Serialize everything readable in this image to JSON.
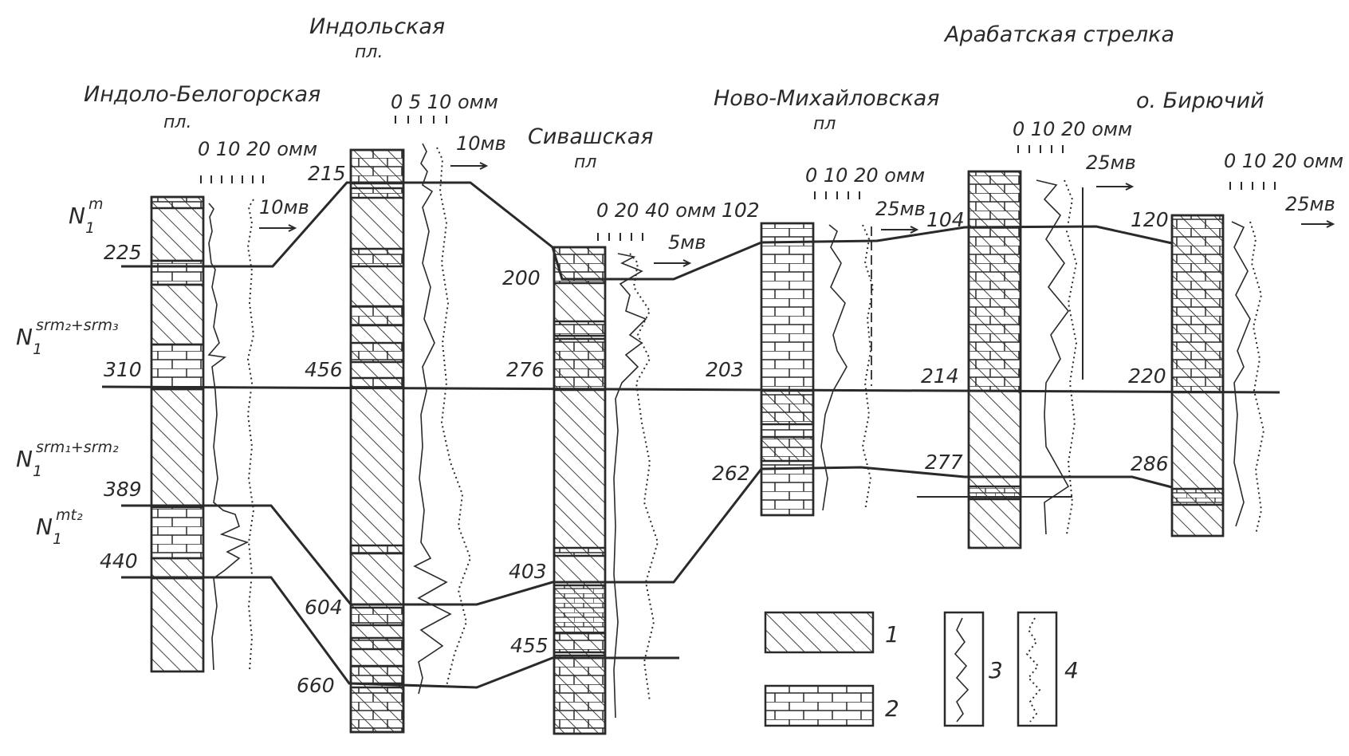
{
  "colors": {
    "ink": "#2a2a2a",
    "paper": "#ffffff"
  },
  "wells": [
    {
      "title_lines": [
        "Индоло-Белогорская",
        "пл."
      ],
      "scale": "0 10 20 омм",
      "sp": "10мв",
      "depths": [
        "225",
        "310",
        "389",
        "440"
      ]
    },
    {
      "title_lines": [
        "Индольская",
        "пл."
      ],
      "scale": "0  5  10 омм",
      "sp": "10мв",
      "depths": [
        "215",
        "456",
        "604",
        "660"
      ]
    },
    {
      "title_lines": [
        "Сивашская",
        "пл"
      ],
      "scale": "0 20 40 омм",
      "sp": "5мв",
      "depths": [
        "200",
        "276",
        "403",
        "455"
      ]
    },
    {
      "title_lines": [
        "Ново-Михайловская",
        "пл"
      ],
      "scale": "0 10 20 омм",
      "sp": "25мв",
      "depths": [
        "102",
        "203",
        "262"
      ]
    },
    {
      "title_lines": [
        "Арабатская стрелка"
      ],
      "scale": "0 10 20 омм",
      "sp": "25мв",
      "depths": [
        "104",
        "214",
        "277"
      ]
    },
    {
      "title_lines": [
        "о. Бирючий"
      ],
      "scale": "0 10 20 омм",
      "sp": "25мв",
      "depths": [
        "120",
        "220",
        "286"
      ]
    }
  ],
  "strat": [
    {
      "base": "N",
      "sub": "1",
      "sup": "m"
    },
    {
      "base": "N",
      "sub": "1",
      "sup": "srm₂+srm₃"
    },
    {
      "base": "N",
      "sub": "1",
      "sup": "srm₁+srm₂"
    },
    {
      "base": "N",
      "sub": "1",
      "sup": "mt₂"
    }
  ],
  "legend": [
    "1",
    "2",
    "3",
    "4"
  ]
}
